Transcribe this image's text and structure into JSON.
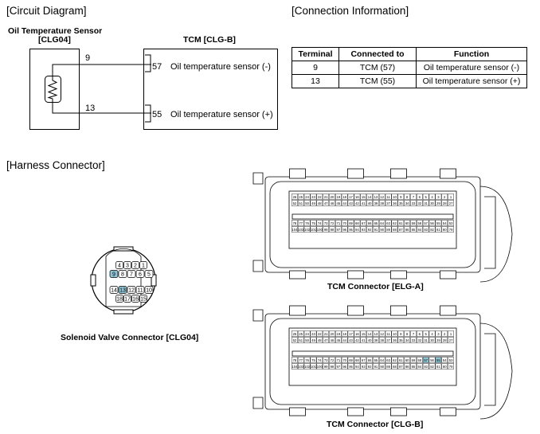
{
  "circuit": {
    "heading": "[Circuit Diagram]",
    "sensor_title": "Oil Temperature Sensor",
    "sensor_code": "[CLG04]",
    "tcm_title": "TCM [CLG-B]",
    "wires": [
      {
        "sensor_pin": "9",
        "tcm_pin": "57",
        "label": "Oil temperature sensor (-)"
      },
      {
        "sensor_pin": "13",
        "tcm_pin": "55",
        "label": "Oil temperature sensor (+)"
      }
    ]
  },
  "connection": {
    "heading": "[Connection Information]",
    "headers": [
      "Terminal",
      "Connected to",
      "Function"
    ],
    "rows": [
      [
        "9",
        "TCM (57)",
        "Oil temperature sensor (-)"
      ],
      [
        "13",
        "TCM (55)",
        "Oil temperature sensor (+)"
      ]
    ]
  },
  "harness": {
    "heading": "[Harness Connector]",
    "solenoid_label": "Solenoid Valve Connector [CLG04]",
    "solenoid_pins": {
      "row1": [
        "4",
        "3",
        "2",
        "1"
      ],
      "row2": [
        "9",
        "8",
        "7",
        "6",
        "5"
      ],
      "row3": [
        "14",
        "13",
        "12",
        "11",
        "10"
      ],
      "row4": [
        "18",
        "17",
        "16",
        "15"
      ],
      "highlight": [
        "9",
        "13"
      ],
      "highlight_color": "#8fc3d3"
    },
    "tcm_a_label": "TCM Connector [ELG-A]",
    "tcm_b_label": "TCM Connector [CLG-B]",
    "tcm_b_highlight": [
      "55",
      "57"
    ]
  }
}
